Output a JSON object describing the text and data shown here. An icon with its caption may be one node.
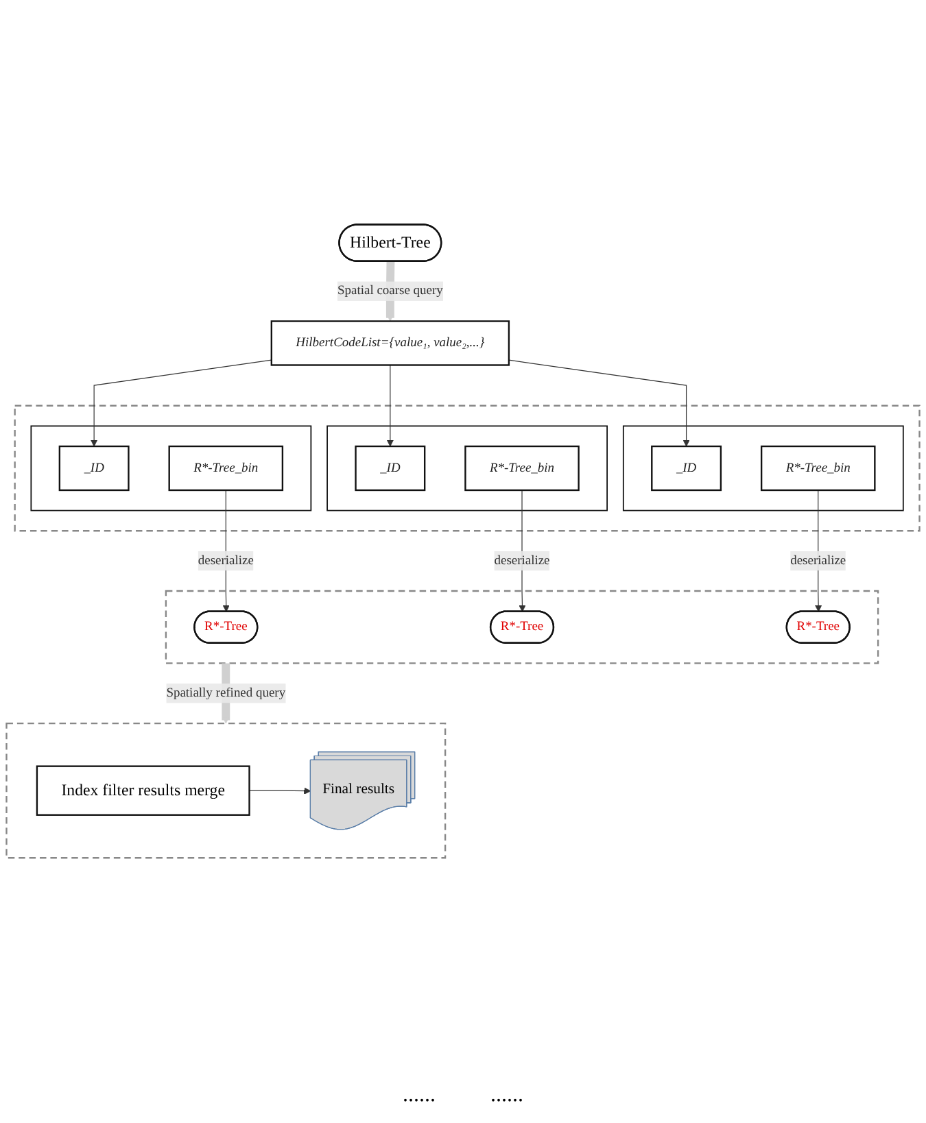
{
  "diagram": {
    "nodes": [
      {
        "text": [
          "Hilbert-Tree"
        ]
      },
      {
        "text": [
          "HilbertCodeList={value₁, value₂,...}"
        ]
      },
      {
        "text": [],
        "shape": "box"
      },
      {
        "text": [],
        "shape": "box",
        "in": 2
      },
      {
        "text": [
          "_ID"
        ],
        "in": 3
      },
      {
        "text": [
          "R*-Tree_bin"
        ],
        "in": 3
      },
      {
        "text": [],
        "shape": "box",
        "in": 2
      },
      {
        "text": [
          "_ID"
        ],
        "in": 6
      },
      {
        "text": [
          "R*-Tree_bin"
        ],
        "in": 6
      },
      {
        "text": [],
        "shape": "box",
        "in": 2
      },
      {
        "text": [
          "_ID"
        ],
        "in": 9
      },
      {
        "text": [
          "R*-Tree_bin"
        ],
        "in": 9
      },
      {
        "text": [],
        "shape": "box"
      },
      {
        "text": [
          "R*-Tree"
        ],
        "in": 12
      },
      {
        "text": [
          "R*-Tree"
        ],
        "in": 12
      },
      {
        "text": [
          "R*-Tree"
        ],
        "in": 12
      },
      {
        "text": [],
        "shape": "box"
      },
      {
        "text": [
          "Index filter results merge"
        ],
        "in": 16
      },
      {
        "text": [
          "Final results"
        ],
        "in": 16
      }
    ],
    "edges": [
      {
        "from": 0,
        "to": 1,
        "arrow": "to",
        "label": "Spatial coarse query",
        "style": "thick",
        "color": "#d0d0d0"
      },
      {
        "from": 1,
        "to": 4,
        "arrow": "to"
      },
      {
        "from": 1,
        "to": 7,
        "arrow": "to"
      },
      {
        "from": 1,
        "to": 10,
        "arrow": "to"
      },
      {
        "from": 5,
        "to": 13,
        "arrow": "to",
        "label": "deserialize"
      },
      {
        "from": 8,
        "to": 14,
        "arrow": "to",
        "label": "deserialize"
      },
      {
        "from": 11,
        "to": 15,
        "arrow": "to",
        "label": "deserialize"
      },
      {
        "from": 12,
        "to": 16,
        "arrow": "to",
        "label": "Spatially refined query",
        "style": "thick",
        "color": "#d0d0d0"
      },
      {
        "from": 17,
        "to": 18,
        "arrow": "to"
      }
    ],
    "labels": [
      "......",
      "......"
    ]
  }
}
